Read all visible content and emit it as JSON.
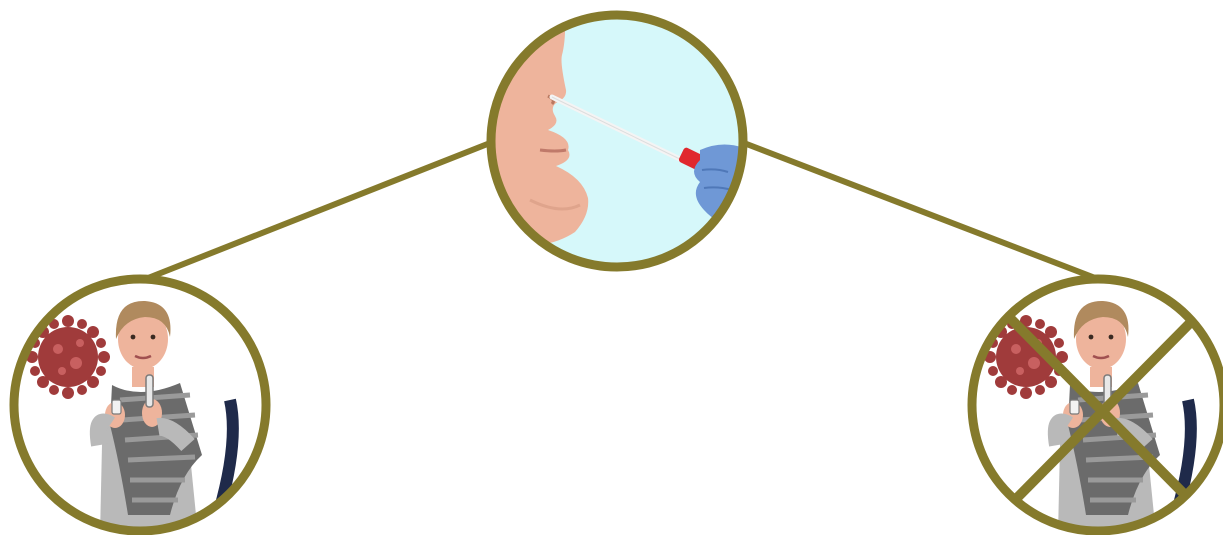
{
  "colors": {
    "ring": "#857a2c",
    "connector": "#857a2c",
    "background": "#ffffff",
    "swab_bg": "#d6f8fa",
    "skin": "#eeb49c",
    "skin_shadow": "#d9967d",
    "glove": "#6f98d6",
    "swab_cap": "#e0282e",
    "virus": "#a03b3b",
    "scarf": "#6b6b6b",
    "sweater": "#b9b9b9",
    "hair": "#b08a5e"
  },
  "nodes": {
    "test": {
      "icon": "nasal-swab-test-image"
    },
    "positive": {
      "icon": "sick-person-with-virus-image"
    },
    "negative": {
      "icon": "sick-person-with-virus-crossed-out-image"
    }
  }
}
